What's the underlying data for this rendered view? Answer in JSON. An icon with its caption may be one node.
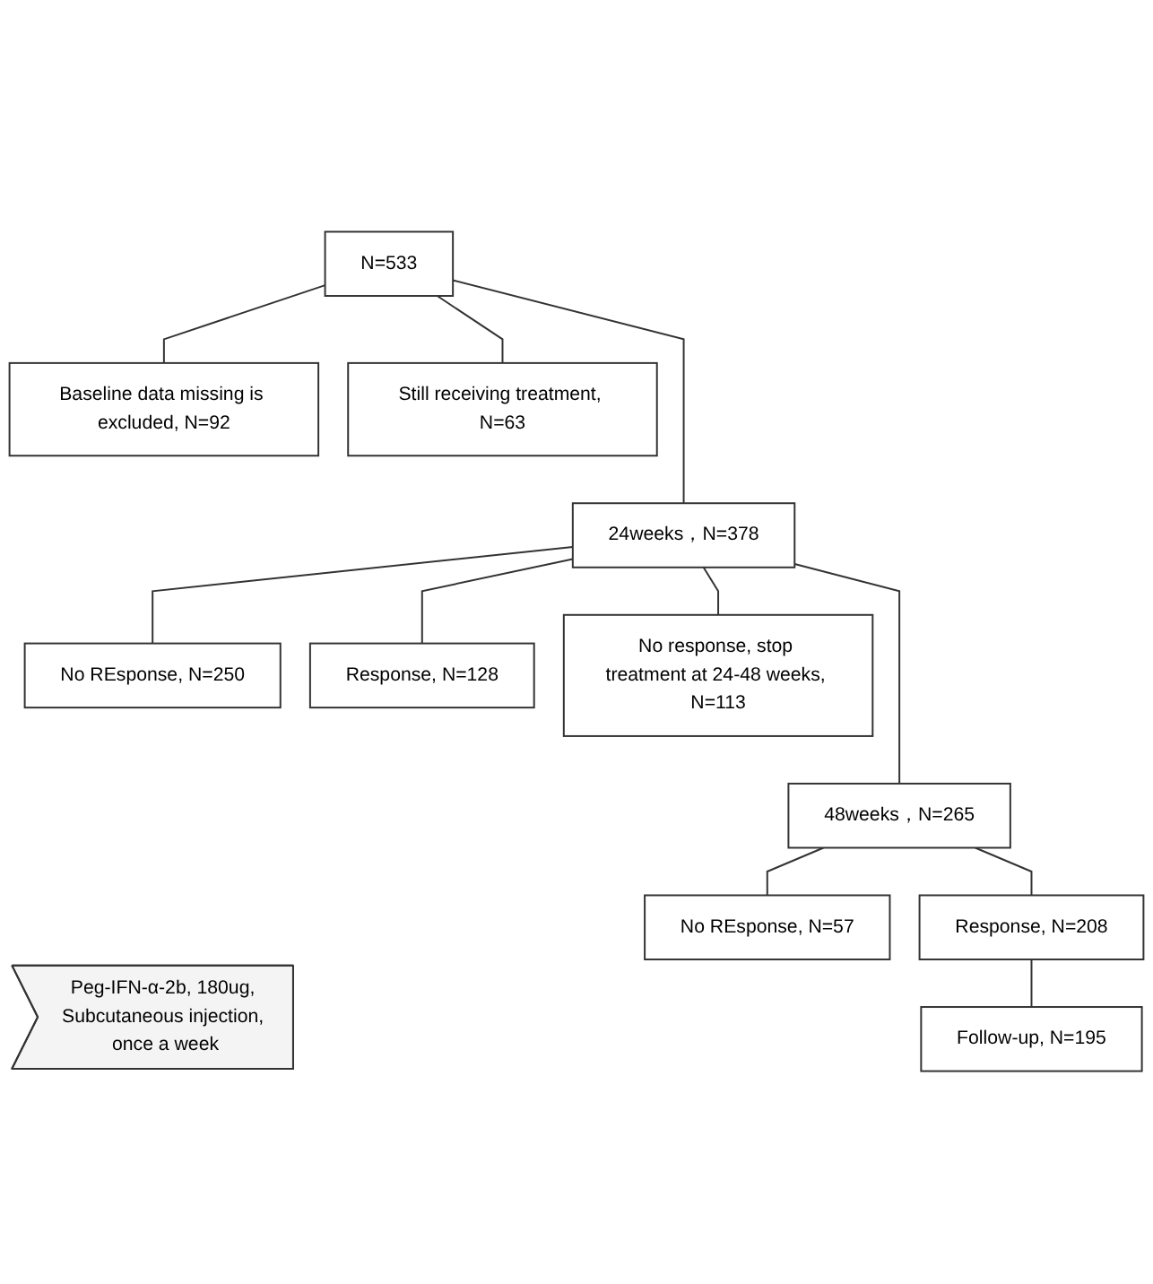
{
  "diagram": {
    "nodes": [
      {
        "text": [
          "Peg-IFN-α-2b, 180ug, Subcutaneous injection, once a week"
        ]
      },
      {
        "text": [
          "N=533"
        ]
      },
      {
        "text": [
          "Baseline data missing is excluded, N=92"
        ]
      },
      {
        "text": [
          "Still receiving treatment, N=63"
        ]
      },
      {
        "text": [
          "24weeks，N=378"
        ]
      },
      {
        "text": [
          "No REsponse, N=250"
        ]
      },
      {
        "text": [
          "Response, N=128"
        ]
      },
      {
        "text": [
          "No response, stop treatment at 24-48 weeks, N=113"
        ]
      },
      {
        "text": [
          "48weeks，N=265"
        ]
      },
      {
        "text": [
          "No REsponse, N=57"
        ]
      },
      {
        "text": [
          "Response, N=208"
        ]
      },
      {
        "text": [
          "Follow-up, N=195"
        ]
      }
    ],
    "edges": [
      {
        "from": 1,
        "to": 2,
        "arrow": "none"
      },
      {
        "from": 1,
        "to": 3,
        "arrow": "none"
      },
      {
        "from": 1,
        "to": 4,
        "arrow": "none"
      },
      {
        "from": 4,
        "to": 5,
        "arrow": "none"
      },
      {
        "from": 4,
        "to": 6,
        "arrow": "none"
      },
      {
        "from": 4,
        "to": 7,
        "arrow": "none"
      },
      {
        "from": 4,
        "to": 8,
        "arrow": "none"
      },
      {
        "from": 8,
        "to": 9,
        "arrow": "none"
      },
      {
        "from": 8,
        "to": 10,
        "arrow": "none"
      },
      {
        "from": 10,
        "to": 11,
        "arrow": "none"
      }
    ]
  }
}
